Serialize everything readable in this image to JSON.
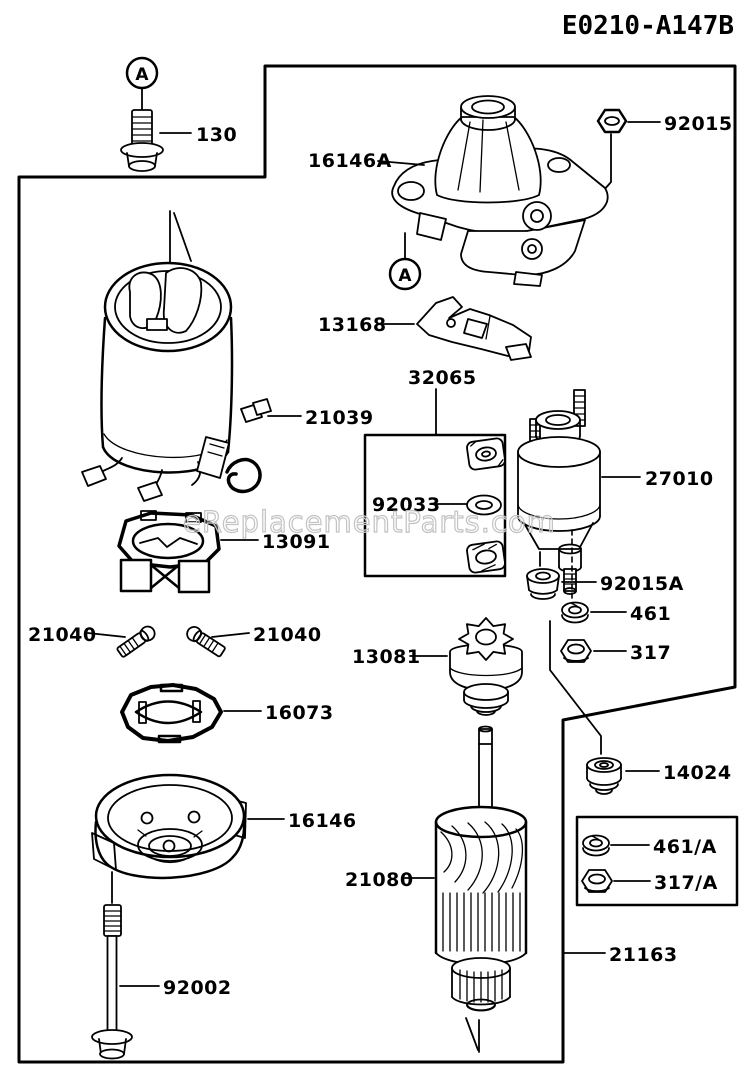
{
  "drawing_number": "E0210-A147B",
  "watermark": "eReplacementParts.com",
  "view_marker_label": "A",
  "parts": {
    "bolt_130": "130",
    "nut_92015": "92015",
    "gear_case_16146a": "16146A",
    "drive_lever_13168": "13168",
    "brush_set_32065": "32065",
    "brush_92033": "92033",
    "yoke_21039": "21039",
    "solenoid_27010": "27010",
    "brush_holder_13091": "13091",
    "nut_92015a": "92015A",
    "washer_461": "461",
    "nut_317": "317",
    "screw_21040": "21040",
    "pinion_13081": "13081",
    "plate_16073": "16073",
    "cap_14024": "14024",
    "end_cover_16146": "16146",
    "washer_461a": "461/A",
    "nut_317a": "317/A",
    "armature_21080": "21080",
    "through_bolt_92002": "92002",
    "starter_assembly_21163": "21163"
  }
}
